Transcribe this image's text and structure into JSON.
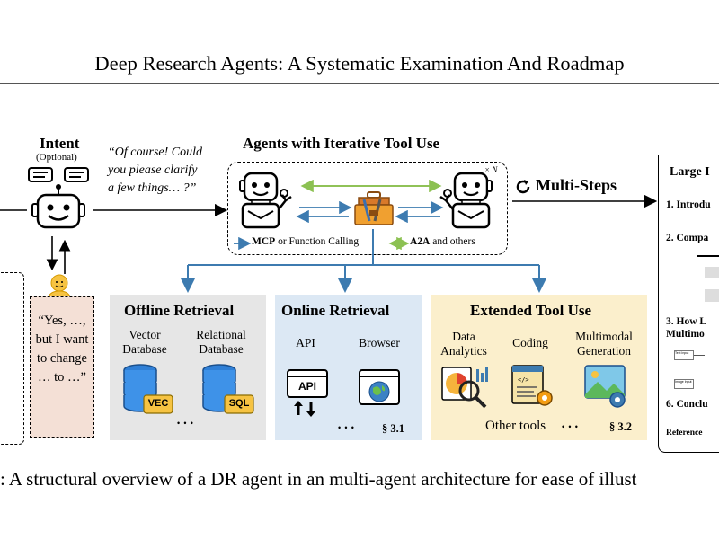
{
  "header": {
    "title": "Deep Research Agents: A Systematic Examination And Roadmap"
  },
  "intent": {
    "label": "Intent",
    "sublabel": "(Optional)",
    "agent_quote": "“Of course! Could you please clarify a few things… ?”",
    "agent_quote_lines": [
      "“Of course! Could",
      "you please clarify",
      "a few things… ?”"
    ],
    "user_reply_lines": [
      "“Yes, …,",
      "but I want",
      "to change",
      "… to …”"
    ]
  },
  "agents": {
    "title": "Agents with Iterative Tool Use",
    "mcp_bold": "MCP",
    "mcp_rest": " or Function Calling",
    "a2a_bold": "A2A",
    "a2a_rest": " and others",
    "multiplier": "× N",
    "multi_steps": "Multi-Steps"
  },
  "offline": {
    "title": "Offline Retrieval",
    "vector_lines": [
      "Vector",
      "Database"
    ],
    "relational_lines": [
      "Relational",
      "Database"
    ],
    "vec_tag": "VEC",
    "sql_tag": "SQL",
    "more": "• • •"
  },
  "online": {
    "title": "Online Retrieval",
    "api_label": "API",
    "browser_label": "Browser",
    "api_tag": "API",
    "more": "• • •",
    "section": "§ 3.1"
  },
  "extended": {
    "title": "Extended Tool Use",
    "analytics_lines": [
      "Data",
      "Analytics"
    ],
    "coding_label": "Coding",
    "multimodal_lines": [
      "Multimodal",
      "Generation"
    ],
    "other_tools": "Other tools",
    "more": "• • •",
    "section": "§ 3.2"
  },
  "report": {
    "heading": "Large I",
    "items": [
      "1. Introdu",
      "2. Compa",
      "3. How L",
      "Multimo",
      "6. Conclu",
      "Reference"
    ],
    "flow_labels": [
      "Text Input",
      "Image Input"
    ]
  },
  "caption": {
    "text": ": A structural overview of a DR agent in an multi-agent architecture for ease of illust"
  },
  "colors": {
    "blue_arrow": "#3d7bb0",
    "green_arrow": "#8cc152",
    "offline_bg": "#e6e6e6",
    "online_bg": "#dce8f4",
    "extended_bg": "#fbefcc",
    "user_bubble_bg": "#f4e0d6",
    "robot_body": "#ffffff"
  }
}
